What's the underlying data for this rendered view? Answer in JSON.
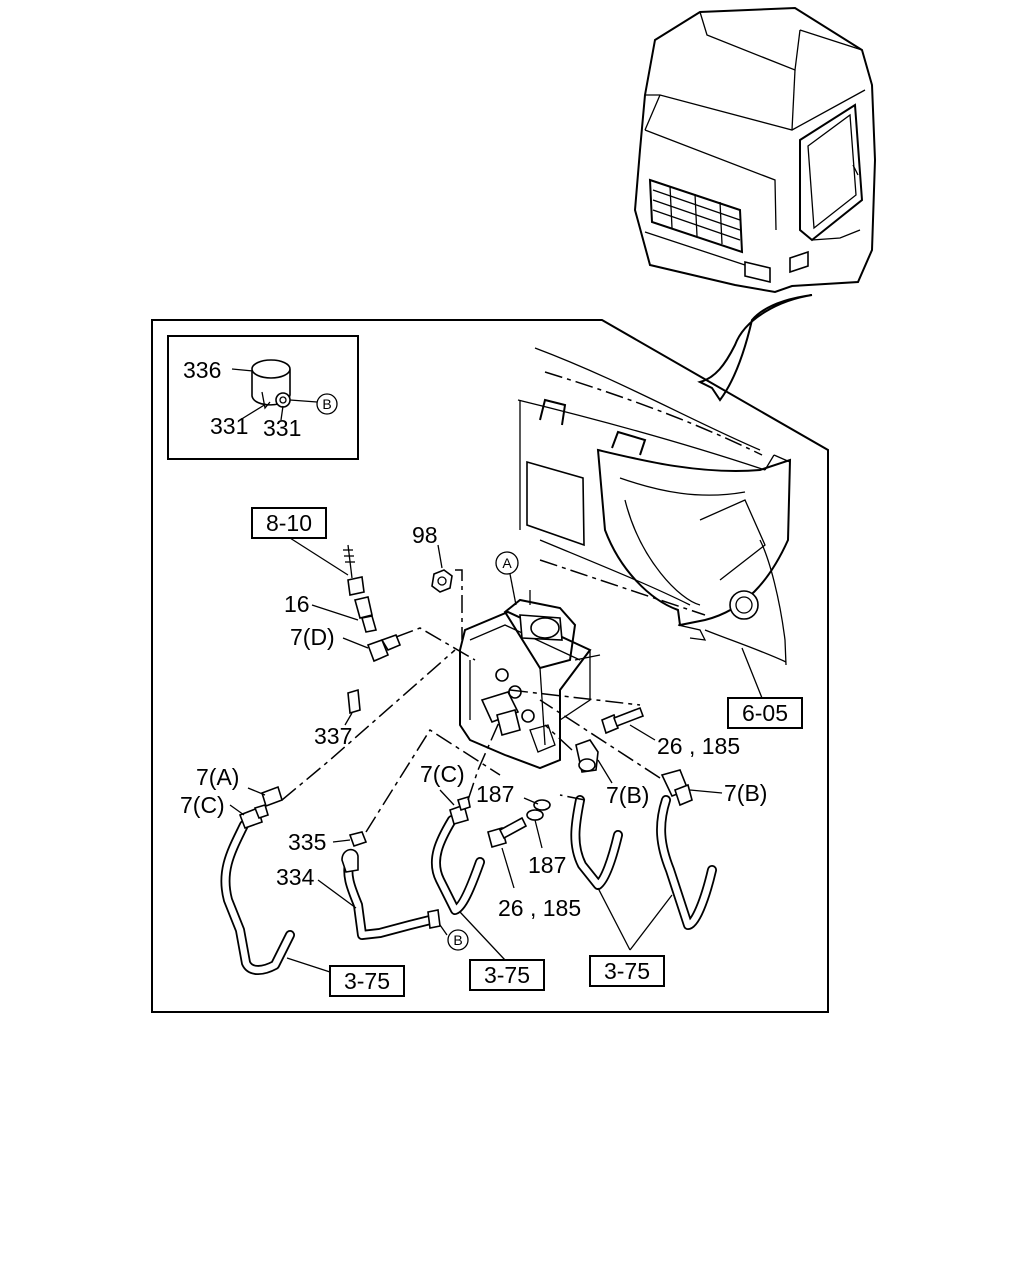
{
  "labels": {
    "l336": "336",
    "l331a": "331",
    "l331b": "331",
    "l98": "98",
    "l16": "16",
    "l7d": "7(D)",
    "l337": "337",
    "l7a": "7(A)",
    "l7c_left": "7(C)",
    "l7c_mid": "7(C)",
    "l335": "335",
    "l334": "334",
    "l187a": "187",
    "l187b": "187",
    "l26_185_top": "26 , 185",
    "l26_185_bot": "26 , 185",
    "l7b_a": "7(B)",
    "l7b_b": "7(B)"
  },
  "refs": {
    "r8_10": "8-10",
    "r6_05": "6-05",
    "r3_75_a": "3-75",
    "r3_75_b": "3-75",
    "r3_75_c": "3-75"
  },
  "markers": {
    "a": "A",
    "b_inset": "B",
    "b_main": "B"
  }
}
